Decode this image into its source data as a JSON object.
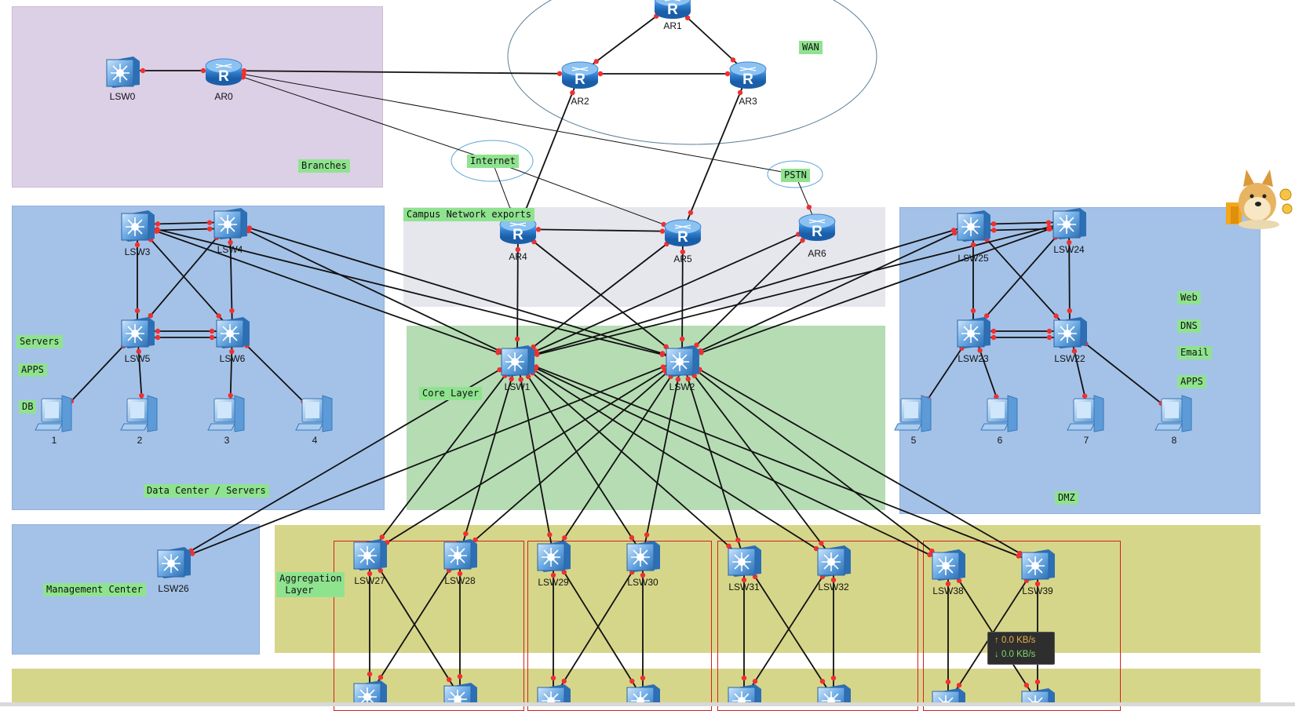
{
  "zones": [
    {
      "id": "branches",
      "label": "Branches",
      "color": "#dcd0e6"
    },
    {
      "id": "datacenter",
      "label": "Data Center / Servers",
      "color": "#a4c2e8"
    },
    {
      "id": "campus",
      "label": "Campus Network exports",
      "color": "#e6e6ed"
    },
    {
      "id": "core",
      "label": "Core Layer",
      "color": "#b6dcb4"
    },
    {
      "id": "dmz",
      "label": "DMZ",
      "color": "#a4c2e8"
    },
    {
      "id": "management",
      "label": "Management Center",
      "color": "#a4c2e8"
    },
    {
      "id": "aggregation",
      "label": "Aggregation\n Layer",
      "color": "#d6d68a"
    },
    {
      "id": "access",
      "label": "",
      "color": "#d6d68a"
    }
  ],
  "clouds": [
    {
      "id": "wan",
      "label": "WAN"
    },
    {
      "id": "internet",
      "label": "Internet"
    },
    {
      "id": "pstn",
      "label": "PSTN"
    }
  ],
  "tags": {
    "servers": "Servers",
    "apps_left": "APPS",
    "db": "DB",
    "web": "Web",
    "dns": "DNS",
    "email": "Email",
    "apps_right": "APPS"
  },
  "nodes": [
    {
      "id": "LSW0",
      "type": "switch",
      "label": "LSW0"
    },
    {
      "id": "AR0",
      "type": "router",
      "label": "AR0"
    },
    {
      "id": "AR1",
      "type": "router",
      "label": "AR1"
    },
    {
      "id": "AR2",
      "type": "router",
      "label": "AR2"
    },
    {
      "id": "AR3",
      "type": "router",
      "label": "AR3"
    },
    {
      "id": "AR4",
      "type": "router",
      "label": "AR4"
    },
    {
      "id": "AR5",
      "type": "router",
      "label": "AR5"
    },
    {
      "id": "AR6",
      "type": "router",
      "label": "AR6"
    },
    {
      "id": "LSW3",
      "type": "switch",
      "label": "LSW3"
    },
    {
      "id": "LSW4",
      "type": "switch",
      "label": "LSW4"
    },
    {
      "id": "LSW5",
      "type": "switch",
      "label": "LSW5"
    },
    {
      "id": "LSW6",
      "type": "switch",
      "label": "LSW6"
    },
    {
      "id": "PC1",
      "type": "pc",
      "label": "1"
    },
    {
      "id": "PC2",
      "type": "pc",
      "label": "2"
    },
    {
      "id": "PC3",
      "type": "pc",
      "label": "3"
    },
    {
      "id": "PC4",
      "type": "pc",
      "label": "4"
    },
    {
      "id": "LSW1",
      "type": "switch",
      "label": "LSW1"
    },
    {
      "id": "LSW2",
      "type": "switch",
      "label": "LSW2"
    },
    {
      "id": "LSW25",
      "type": "switch",
      "label": "LSW25"
    },
    {
      "id": "LSW24",
      "type": "switch",
      "label": "LSW24"
    },
    {
      "id": "LSW23",
      "type": "switch",
      "label": "LSW23"
    },
    {
      "id": "LSW22",
      "type": "switch",
      "label": "LSW22"
    },
    {
      "id": "PC5",
      "type": "pc",
      "label": "5"
    },
    {
      "id": "PC6",
      "type": "pc",
      "label": "6"
    },
    {
      "id": "PC7",
      "type": "pc",
      "label": "7"
    },
    {
      "id": "PC8",
      "type": "pc",
      "label": "8"
    },
    {
      "id": "LSW26",
      "type": "switch",
      "label": "LSW26"
    },
    {
      "id": "LSW27",
      "type": "switch",
      "label": "LSW27"
    },
    {
      "id": "LSW28",
      "type": "switch",
      "label": "LSW28"
    },
    {
      "id": "LSW29",
      "type": "switch",
      "label": "LSW29"
    },
    {
      "id": "LSW30",
      "type": "switch",
      "label": "LSW30"
    },
    {
      "id": "LSW31",
      "type": "switch",
      "label": "LSW31"
    },
    {
      "id": "LSW32",
      "type": "switch",
      "label": "LSW32"
    },
    {
      "id": "LSW38",
      "type": "switch",
      "label": "LSW38"
    },
    {
      "id": "LSW39",
      "type": "switch",
      "label": "LSW39"
    },
    {
      "id": "B1",
      "type": "switch",
      "label": ""
    },
    {
      "id": "B2",
      "type": "switch",
      "label": ""
    },
    {
      "id": "B3",
      "type": "switch",
      "label": ""
    },
    {
      "id": "B4",
      "type": "switch",
      "label": ""
    },
    {
      "id": "B5",
      "type": "switch",
      "label": ""
    },
    {
      "id": "B6",
      "type": "switch",
      "label": ""
    },
    {
      "id": "B7",
      "type": "switch",
      "label": ""
    },
    {
      "id": "B8",
      "type": "switch",
      "label": ""
    }
  ],
  "links": [
    [
      "LSW0",
      "AR0"
    ],
    [
      "AR0",
      "AR2"
    ],
    [
      "AR0",
      "internet"
    ],
    [
      "AR0",
      "pstn"
    ],
    [
      "AR1",
      "AR2"
    ],
    [
      "AR1",
      "AR3"
    ],
    [
      "AR2",
      "AR3"
    ],
    [
      "AR2",
      "AR4"
    ],
    [
      "AR3",
      "AR5"
    ],
    [
      "internet",
      "AR4"
    ],
    [
      "internet",
      "AR5"
    ],
    [
      "pstn",
      "AR6"
    ],
    [
      "AR4",
      "AR5"
    ],
    [
      "AR4",
      "LSW1"
    ],
    [
      "AR4",
      "LSW2"
    ],
    [
      "AR5",
      "LSW1"
    ],
    [
      "AR5",
      "LSW2"
    ],
    [
      "AR6",
      "LSW1"
    ],
    [
      "AR6",
      "LSW2"
    ],
    [
      "LSW3",
      "LSW4"
    ],
    [
      "LSW3",
      "LSW4"
    ],
    [
      "LSW3",
      "LSW5"
    ],
    [
      "LSW3",
      "LSW6"
    ],
    [
      "LSW4",
      "LSW5"
    ],
    [
      "LSW4",
      "LSW6"
    ],
    [
      "LSW5",
      "LSW6"
    ],
    [
      "LSW5",
      "LSW6"
    ],
    [
      "LSW3",
      "LSW1"
    ],
    [
      "LSW3",
      "LSW2"
    ],
    [
      "LSW4",
      "LSW1"
    ],
    [
      "LSW4",
      "LSW2"
    ],
    [
      "LSW5",
      "PC1"
    ],
    [
      "LSW5",
      "PC2"
    ],
    [
      "LSW6",
      "PC3"
    ],
    [
      "LSW6",
      "PC4"
    ],
    [
      "LSW25",
      "LSW24"
    ],
    [
      "LSW25",
      "LSW24"
    ],
    [
      "LSW25",
      "LSW23"
    ],
    [
      "LSW25",
      "LSW22"
    ],
    [
      "LSW24",
      "LSW23"
    ],
    [
      "LSW24",
      "LSW22"
    ],
    [
      "LSW23",
      "LSW22"
    ],
    [
      "LSW23",
      "LSW22"
    ],
    [
      "LSW25",
      "LSW1"
    ],
    [
      "LSW25",
      "LSW2"
    ],
    [
      "LSW24",
      "LSW1"
    ],
    [
      "LSW24",
      "LSW2"
    ],
    [
      "LSW23",
      "PC5"
    ],
    [
      "LSW23",
      "PC6"
    ],
    [
      "LSW22",
      "PC7"
    ],
    [
      "LSW22",
      "PC8"
    ],
    [
      "LSW1",
      "LSW26"
    ],
    [
      "LSW2",
      "LSW26"
    ],
    [
      "LSW1",
      "LSW27"
    ],
    [
      "LSW1",
      "LSW28"
    ],
    [
      "LSW1",
      "LSW29"
    ],
    [
      "LSW1",
      "LSW30"
    ],
    [
      "LSW1",
      "LSW31"
    ],
    [
      "LSW1",
      "LSW32"
    ],
    [
      "LSW1",
      "LSW38"
    ],
    [
      "LSW1",
      "LSW39"
    ],
    [
      "LSW2",
      "LSW27"
    ],
    [
      "LSW2",
      "LSW28"
    ],
    [
      "LSW2",
      "LSW29"
    ],
    [
      "LSW2",
      "LSW30"
    ],
    [
      "LSW2",
      "LSW31"
    ],
    [
      "LSW2",
      "LSW32"
    ],
    [
      "LSW2",
      "LSW38"
    ],
    [
      "LSW2",
      "LSW39"
    ],
    [
      "LSW27",
      "B1"
    ],
    [
      "LSW27",
      "B2"
    ],
    [
      "LSW28",
      "B1"
    ],
    [
      "LSW28",
      "B2"
    ],
    [
      "LSW29",
      "B3"
    ],
    [
      "LSW29",
      "B4"
    ],
    [
      "LSW30",
      "B3"
    ],
    [
      "LSW30",
      "B4"
    ],
    [
      "LSW31",
      "B5"
    ],
    [
      "LSW31",
      "B6"
    ],
    [
      "LSW32",
      "B5"
    ],
    [
      "LSW32",
      "B6"
    ],
    [
      "LSW38",
      "B7"
    ],
    [
      "LSW38",
      "B8"
    ],
    [
      "LSW39",
      "B7"
    ],
    [
      "LSW39",
      "B8"
    ]
  ],
  "speed": {
    "up": "↑ 0.0 KB/s",
    "down": "↓ 0.0 KB/s"
  },
  "mascot": {
    "icon": "doge-mascot-icon"
  }
}
